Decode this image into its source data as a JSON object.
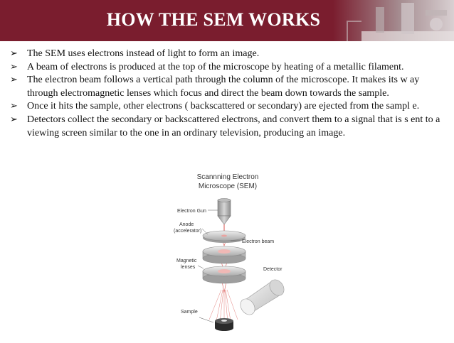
{
  "slide": {
    "title": "HOW THE SEM WORKS",
    "bullet_marker": "➢",
    "bullets": [
      "The SEM uses electrons instead of light to form an image.",
      "A beam of electrons is produced at the top of the microscope by heating of a metallic filament.",
      "The electron beam follows a vertical path through the column of the microscope. It makes its w ay through electromagnetic lenses which focus and direct the beam down towards the sample.",
      "Once it hits the sample, other electrons ( backscattered or secondary) are ejected from the sampl e.",
      "Detectors collect the secondary or backscattered electrons, and convert them to a signal that is s ent to a viewing screen similar to the one in an ordinary television, producing an image."
    ]
  },
  "diagram": {
    "title_line1": "Scannning Electron",
    "title_line2": "Microscope (SEM)",
    "labels": {
      "electron_gun": "Electron Gun",
      "anode_line1": "Anode",
      "anode_line2": "(accelerator)",
      "electron_beam": "Electron beam",
      "magnetic_line1": "Magnetic",
      "magnetic_line2": "lenses",
      "detector": "Detector",
      "sample": "Sample"
    },
    "colors": {
      "beam": "#d9534f",
      "disk": "#d4d4d4"
    }
  }
}
